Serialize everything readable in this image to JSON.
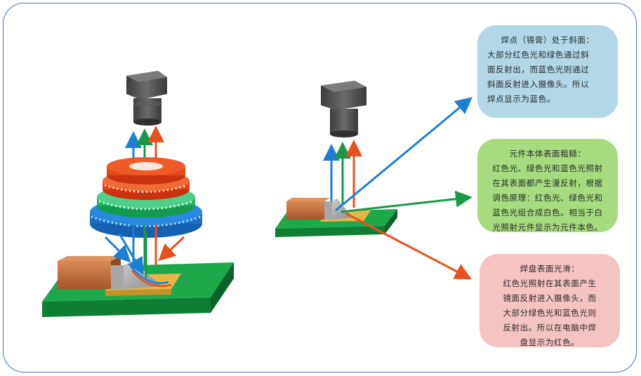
{
  "notes": [
    {
      "id": "note-1",
      "title": "焊点（锡膏）处于斜面：",
      "lines": [
        "大部分红色光和绿色通过斜",
        "面反射出，而蓝色光则通过",
        "斜面反射进入摄像头。所以",
        "焊点显示为蓝色。"
      ],
      "bg": "#b3d7e7"
    },
    {
      "id": "note-2",
      "title": "元件本体表面粗糙：",
      "lines": [
        "红色光、绿色光和蓝色光照射",
        "在其表面都产生漫反射，根据",
        "调色原理：红色光、绿色光和",
        "蓝色光组合成白色。相当于白",
        "光照射元件显示为元件本色。"
      ],
      "bg": "#a7db7d"
    },
    {
      "id": "note-3",
      "title": "焊盘表面光滑：",
      "lines": [
        "红色光照射在其表面产生",
        "镜面反射进入摄像头，而",
        "大部分绿色光和蓝色光则",
        "反射出。所以在电脑中焊",
        "盘显示为红色。"
      ],
      "bg": "#f6c3c3"
    }
  ],
  "colors": {
    "frame": "#4a74c4",
    "red_light": "#e8511d",
    "green_light": "#179a47",
    "blue_light": "#1b7fd4",
    "board": "#2ca84a",
    "component": "#c06a37",
    "pad": "#e6b64a",
    "camera": "#4f4f4f"
  },
  "icons": [
    "camera-icon",
    "ring-light-icon",
    "pcb-board-icon",
    "component-icon",
    "arrow-icon"
  ]
}
